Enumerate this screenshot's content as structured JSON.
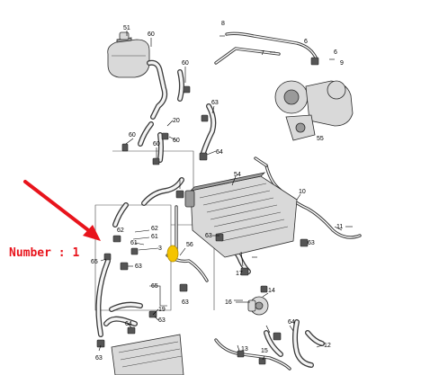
{
  "annotation": {
    "label": "Number : 1",
    "color": "#e8141c"
  },
  "callouts": {
    "c51": "51",
    "c60a": "60",
    "c8": "8",
    "c7": "7",
    "c6": "6",
    "c6b": "6",
    "c9": "9",
    "c60b": "60",
    "c63a": "63",
    "c20": "20",
    "c55": "55",
    "c60c": "60",
    "c60d": "60",
    "c60e": "60",
    "c64a": "64",
    "c54": "54",
    "c10": "10",
    "c11": "11",
    "c62a": "62",
    "c62b": "62",
    "c61a": "61",
    "c61b": "61",
    "c3": "3",
    "c56": "56",
    "c63b": "63",
    "c63c": "63",
    "c65a": "65",
    "c65b": "65",
    "c17": "17",
    "c16": "16",
    "c14": "14",
    "c63d": "63",
    "c63e": "63",
    "c19": "19",
    "c64b": "64",
    "c63f": "63",
    "c64c": "64",
    "c63g": "63",
    "c13": "13",
    "c15": "15",
    "c12": "12"
  }
}
